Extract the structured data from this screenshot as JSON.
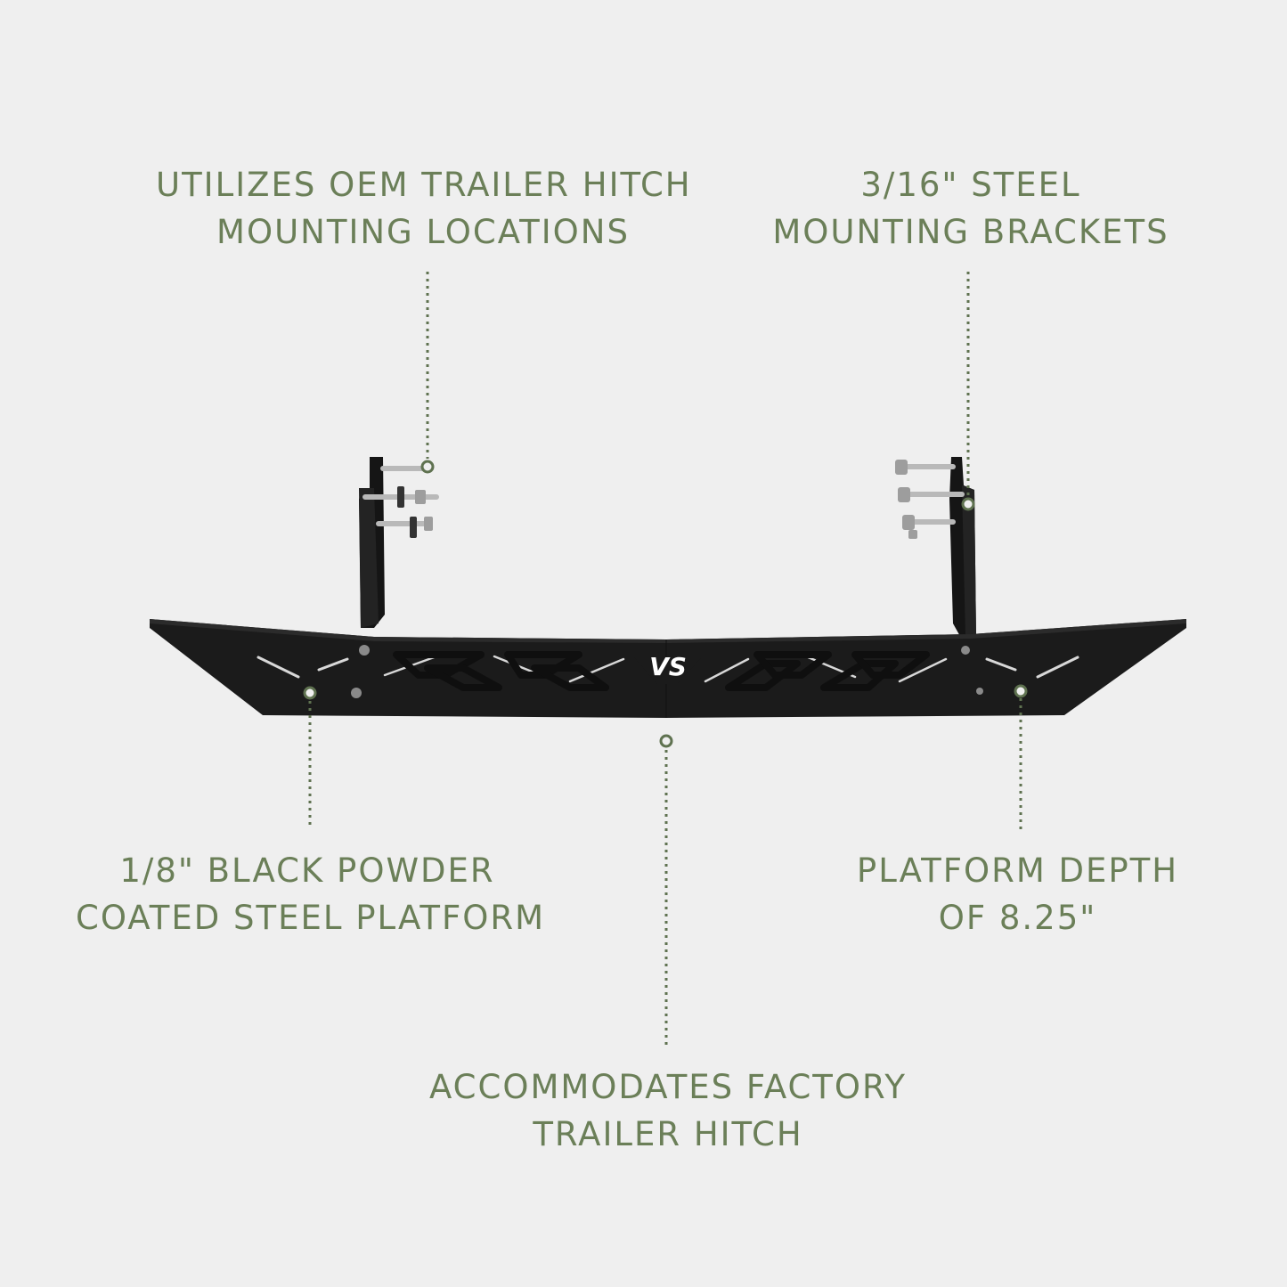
{
  "callouts": {
    "oem_mounting": {
      "line1": "UTILIZES OEM TRAILER HITCH",
      "line2": "MOUNTING LOCATIONS"
    },
    "steel_brackets": {
      "line1": "3/16\" STEEL",
      "line2": "MOUNTING BRACKETS"
    },
    "black_platform": {
      "line1": "1/8\" BLACK POWDER",
      "line2": "COATED STEEL PLATFORM"
    },
    "platform_depth": {
      "line1": "PLATFORM DEPTH",
      "line2": "OF 8.25\""
    },
    "factory_hitch": {
      "line1": "ACCOMMODATES FACTORY",
      "line2": "TRAILER HITCH"
    }
  },
  "logo_text": "VS",
  "colors": {
    "background": "#efefef",
    "accent": "#6b7f58",
    "product": "#1b1b1b"
  }
}
